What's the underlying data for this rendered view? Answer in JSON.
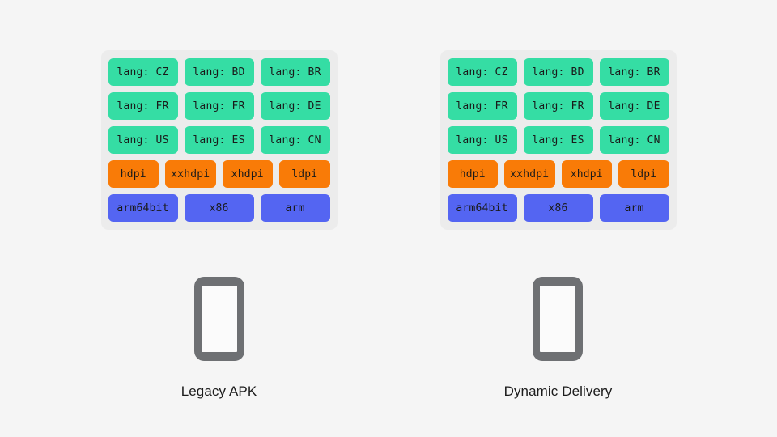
{
  "background_color": "#f5f5f5",
  "palette": {
    "panel": "#ececec",
    "lang_chip": "#35dda4",
    "dpi_chip": "#f97b07",
    "abi_chip": "#5465f2",
    "chip_text": "#1a1a1a",
    "device_body": "#6e7073",
    "device_screen": "#fbfbfb",
    "label_text": "#1c1c1c"
  },
  "columns": [
    {
      "id": "legacy-apk",
      "device_label": "Legacy APK",
      "device_icon": "phone-icon",
      "panel": {
        "rows": [
          {
            "type": "lang",
            "chips": [
              {
                "label": "lang: CZ"
              },
              {
                "label": "lang: BD"
              },
              {
                "label": "lang: BR"
              }
            ]
          },
          {
            "type": "lang",
            "chips": [
              {
                "label": "lang: FR"
              },
              {
                "label": "lang: FR"
              },
              {
                "label": "lang: DE"
              }
            ]
          },
          {
            "type": "lang",
            "chips": [
              {
                "label": "lang: US"
              },
              {
                "label": "lang: ES"
              },
              {
                "label": "lang: CN"
              }
            ]
          },
          {
            "type": "dpi",
            "chips": [
              {
                "label": "hdpi"
              },
              {
                "label": "xxhdpi"
              },
              {
                "label": "xhdpi"
              },
              {
                "label": "ldpi"
              }
            ]
          },
          {
            "type": "abi",
            "chips": [
              {
                "label": "arm64bit"
              },
              {
                "label": "x86"
              },
              {
                "label": "arm"
              }
            ]
          }
        ]
      }
    },
    {
      "id": "dynamic-delivery",
      "device_label": "Dynamic Delivery",
      "device_icon": "phone-icon",
      "panel": {
        "rows": [
          {
            "type": "lang",
            "chips": [
              {
                "label": "lang: CZ"
              },
              {
                "label": "lang: BD"
              },
              {
                "label": "lang: BR"
              }
            ]
          },
          {
            "type": "lang",
            "chips": [
              {
                "label": "lang: FR"
              },
              {
                "label": "lang: FR"
              },
              {
                "label": "lang: DE"
              }
            ]
          },
          {
            "type": "lang",
            "chips": [
              {
                "label": "lang: US"
              },
              {
                "label": "lang: ES"
              },
              {
                "label": "lang: CN"
              }
            ]
          },
          {
            "type": "dpi",
            "chips": [
              {
                "label": "hdpi"
              },
              {
                "label": "xxhdpi"
              },
              {
                "label": "xhdpi"
              },
              {
                "label": "ldpi"
              }
            ]
          },
          {
            "type": "abi",
            "chips": [
              {
                "label": "arm64bit"
              },
              {
                "label": "x86"
              },
              {
                "label": "arm"
              }
            ]
          }
        ]
      }
    }
  ]
}
